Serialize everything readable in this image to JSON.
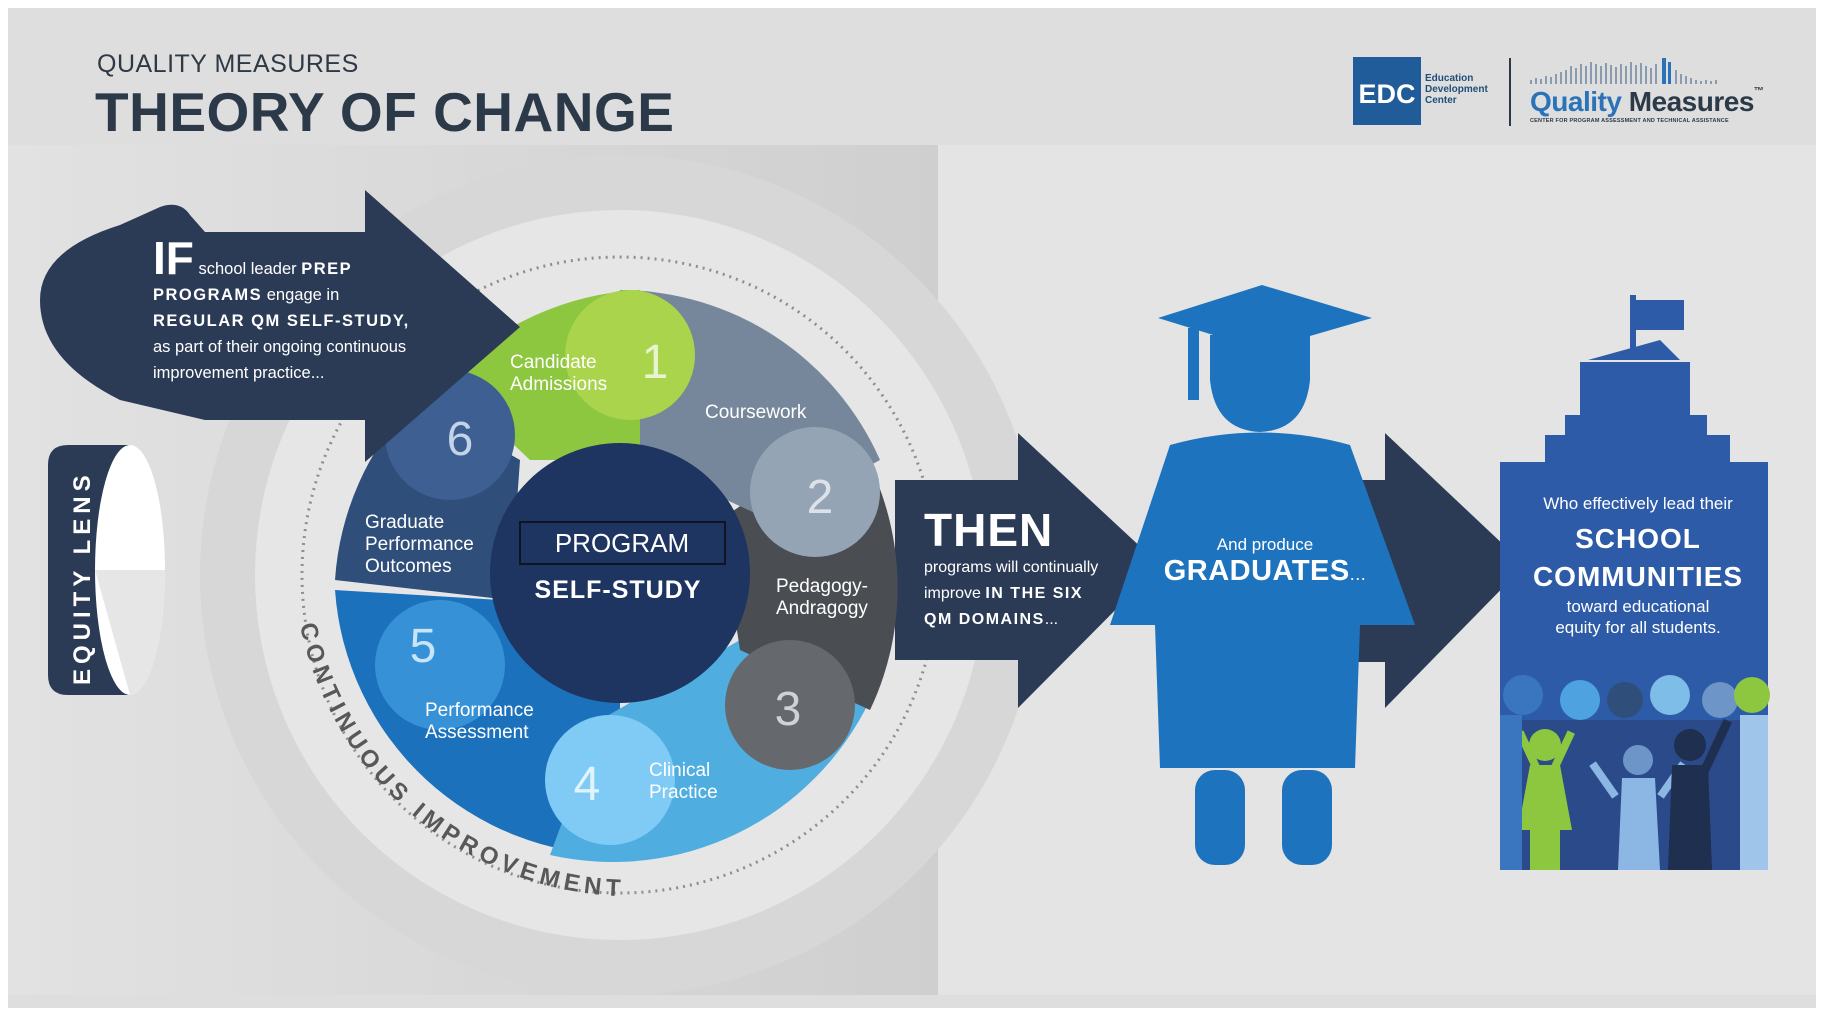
{
  "header": {
    "subtitle": "QUALITY MEASURES",
    "title": "THEORY OF CHANGE"
  },
  "logos": {
    "edc_abbr": "EDC",
    "edc_line1": "Education",
    "edc_line2": "Development",
    "edc_line3": "Center",
    "qm_name_1": "Quality",
    "qm_name_2": "Measures",
    "qm_tm": "™",
    "qm_tagline": "CENTER FOR PROGRAM ASSESSMENT AND TECHNICAL ASSISTANCE"
  },
  "if_block": {
    "big": "IF",
    "part1": "school leader ",
    "bold1": "PREP",
    "bold2": "PROGRAMS",
    "part2": " engage in",
    "bold3": "REGULAR QM SELF-STUDY,",
    "line4": "as part of their ongoing continuous",
    "line5": "improvement practice..."
  },
  "equity_lens": "EQUITY LENS",
  "continuous_improvement": "CONTINUOUS IMPROVEMENT",
  "center": {
    "line1": "PROGRAM",
    "line2": "SELF-STUDY"
  },
  "domains": [
    {
      "number": "1",
      "line1": "Candidate",
      "line2": "Admissions"
    },
    {
      "number": "2",
      "line1": "Coursework",
      "line2": ""
    },
    {
      "number": "3",
      "line1": "Pedagogy-",
      "line2": "Andragogy"
    },
    {
      "number": "4",
      "line1": "Clinical",
      "line2": "Practice"
    },
    {
      "number": "5",
      "line1": "Performance",
      "line2": "Assessment"
    },
    {
      "number": "6",
      "line1": "Graduate",
      "line2": "Performance",
      "line3": "Outcomes"
    }
  ],
  "then_block": {
    "big": "THEN",
    "line1": "programs will continually",
    "line2a": "improve ",
    "line2b": "IN THE SIX",
    "line3a": "QM DOMAINS",
    "line3b": "..."
  },
  "graduates": {
    "small": "And produce",
    "big": "GRADUATES",
    "ellipsis": "..."
  },
  "school": {
    "small": "Who effectively lead their",
    "big1": "SCHOOL",
    "big2": "COMMUNITIES",
    "foot1": "toward educational",
    "foot2": "equity for all students."
  },
  "colors": {
    "dark_navy": "#2b3b56",
    "circle_center": "#1e3461",
    "candidate_green": "#8dc63f",
    "coursework_gray": "#76879b",
    "pedagogy_dark": "#4a4d52",
    "clinical_blue": "#4facdf",
    "assessment_blue": "#1c71bd",
    "outcomes_blue": "#2f4f7a",
    "graduate_blue": "#1e73be",
    "school_panel": "#2d5ba8"
  }
}
